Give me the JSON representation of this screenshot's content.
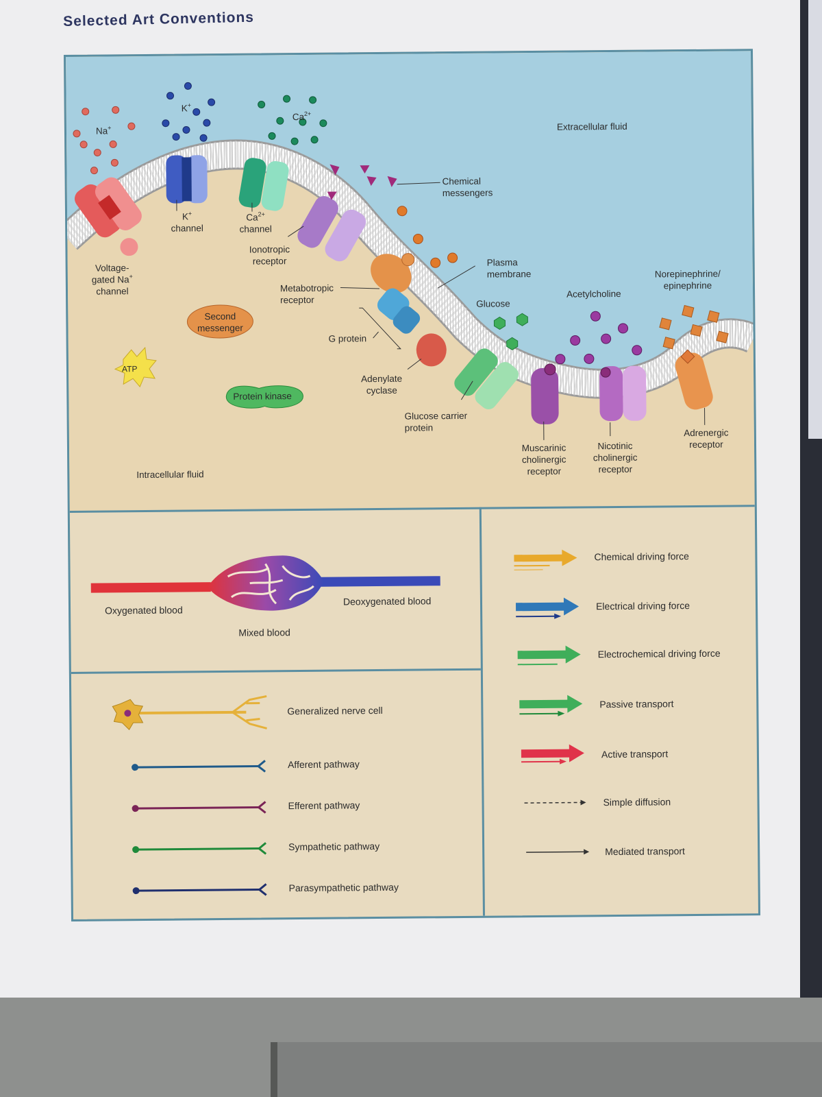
{
  "page": {
    "heading": "Selected Art Conventions"
  },
  "membrane": {
    "ions": {
      "na": "Na",
      "na_sup": "+",
      "k": "K",
      "k_sup": "+",
      "ca": "Ca",
      "ca_sup": "2+"
    },
    "extracellular_fluid": "Extracellular fluid",
    "intracellular_fluid": "Intracellular fluid",
    "voltage_na_channel": [
      "Voltage-",
      "gated Na",
      "channel"
    ],
    "voltage_na_sup": "+",
    "k_channel": [
      "K",
      "channel"
    ],
    "ca_channel": [
      "Ca",
      "channel"
    ],
    "ionotropic_receptor": [
      "Ionotropic",
      "receptor"
    ],
    "metabotropic_receptor": [
      "Metabotropic",
      "receptor"
    ],
    "second_messenger": [
      "Second",
      "messenger"
    ],
    "atp": "ATP",
    "protein_kinase": "Protein kinase",
    "g_protein": "G protein",
    "adenylate_cyclase": [
      "Adenylate",
      "cyclase"
    ],
    "chemical_messengers": [
      "Chemical",
      "messengers"
    ],
    "plasma_membrane": [
      "Plasma",
      "membrane"
    ],
    "glucose": "Glucose",
    "glucose_carrier_protein": [
      "Glucose carrier",
      "protein"
    ],
    "acetylcholine": "Acetylcholine",
    "norepinephrine": [
      "Norepinephrine/",
      "epinephrine"
    ],
    "muscarinic_receptor": [
      "Muscarinic",
      "cholinergic",
      "receptor"
    ],
    "nicotinic_receptor": [
      "Nicotinic",
      "cholinergic",
      "receptor"
    ],
    "adrenergic_receptor": [
      "Adrenergic",
      "receptor"
    ]
  },
  "blood": {
    "oxygenated": "Oxygenated blood",
    "mixed": "Mixed blood",
    "deoxygenated": "Deoxygenated blood"
  },
  "nerve_legend": [
    {
      "label": "Generalized nerve cell",
      "color": "#e5b13a"
    },
    {
      "label": "Afferent pathway",
      "color": "#1f5a8a"
    },
    {
      "label": "Efferent pathway",
      "color": "#7a2456"
    },
    {
      "label": "Sympathetic pathway",
      "color": "#1f8a3a"
    },
    {
      "label": "Parasympathetic pathway",
      "color": "#1f2f6e"
    }
  ],
  "arrow_legend": [
    {
      "label": "Chemical driving force",
      "color": "#e8a92c"
    },
    {
      "label": "Electrical driving force",
      "color": "#2f78b8"
    },
    {
      "label": "Electrochemical driving force",
      "color": "#3fae5a"
    },
    {
      "label": "Passive transport",
      "color": "#3fae5a"
    },
    {
      "label": "Active transport",
      "color": "#e0334a"
    },
    {
      "label": "Simple diffusion",
      "color": "#333333"
    },
    {
      "label": "Mediated transport",
      "color": "#333333"
    }
  ],
  "colors": {
    "extracellular": "#a6cfe0",
    "intracellular": "#e8d6b2",
    "frame": "#5a8ea2"
  }
}
